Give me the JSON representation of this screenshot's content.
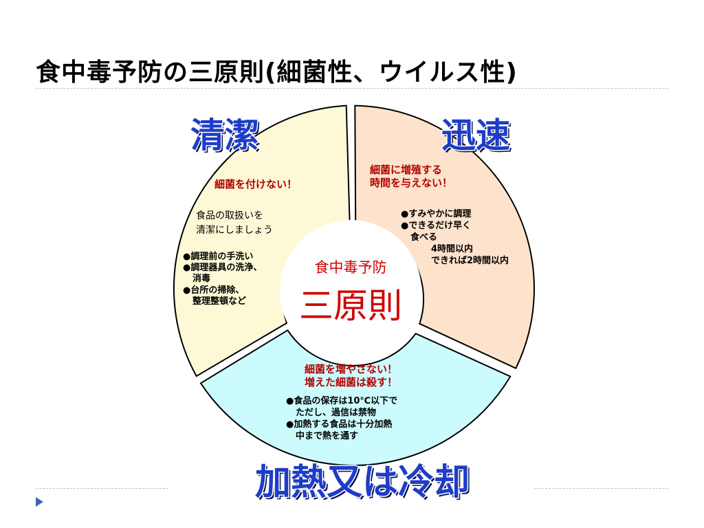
{
  "title": "食中毒予防の三原則(細菌性、ウイルス性)",
  "colors": {
    "clean_fill": "#fdf9d6",
    "speed_fill": "#fde3cc",
    "heat_fill": "#ccfbfd",
    "center_fill": "#ffffff",
    "heading_blue": "#1e3cc8",
    "red_text": "#b40000",
    "center_red": "#d00000",
    "accent_arrow": "#3c68b2"
  },
  "center": {
    "line1": "食中毒予防",
    "line2": "三原則"
  },
  "clean": {
    "heading": "清潔",
    "slogan": "細菌を付けない！",
    "intro": [
      "食品の取扱いを",
      "清潔にしましょう"
    ],
    "items": [
      "●調理前の手洗い",
      "●調理器具の洗浄、",
      "消毒",
      "●台所の掃除、",
      "整理整頓など"
    ]
  },
  "speed": {
    "heading": "迅速",
    "slogan": [
      "細菌に増殖する",
      "時間を与えない！"
    ],
    "items": [
      "●すみやかに調理",
      "●できるだけ早く",
      "食べる",
      "4時間以内",
      "できれば2時間以内"
    ]
  },
  "heat": {
    "heading": "加熱又は冷却",
    "slogan": [
      "細菌を増やさない！",
      "増えた細菌は殺す！"
    ],
    "items": [
      "●食品の保存は10℃以下で",
      "ただし、過信は禁物",
      "●加熱する食品は十分加熱",
      "中まで熱を通す"
    ]
  }
}
